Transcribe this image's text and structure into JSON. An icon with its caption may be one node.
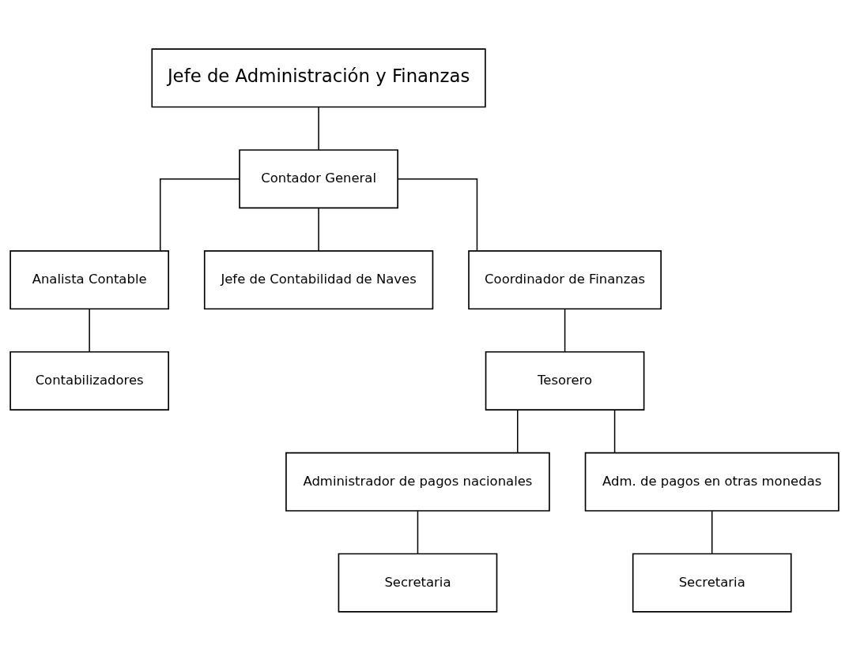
{
  "diagram": {
    "nodes": [
      {
        "text": [
          "Jefe de Administración y Finanzas"
        ]
      },
      {
        "text": [
          "Contador General"
        ]
      },
      {
        "text": [
          "Analista Contable"
        ]
      },
      {
        "text": [
          "Jefe de Contabilidad de Naves"
        ]
      },
      {
        "text": [
          "Coordinador de Finanzas"
        ]
      },
      {
        "text": [
          "Contabilizadores"
        ]
      },
      {
        "text": [
          "Tesorero"
        ]
      },
      {
        "text": [
          "Administrador de pagos nacionales"
        ]
      },
      {
        "text": [
          "Adm. de pagos en otras monedas"
        ]
      },
      {
        "text": [
          "Secretaria"
        ]
      },
      {
        "text": [
          "Secretaria"
        ]
      }
    ],
    "edges": [
      {
        "from": 0,
        "to": 1,
        "arrow": "none"
      },
      {
        "from": 1,
        "to": 2,
        "arrow": "none"
      },
      {
        "from": 1,
        "to": 3,
        "arrow": "none"
      },
      {
        "from": 1,
        "to": 4,
        "arrow": "none"
      },
      {
        "from": 2,
        "to": 5,
        "arrow": "none"
      },
      {
        "from": 4,
        "to": 6,
        "arrow": "none"
      },
      {
        "from": 6,
        "to": 7,
        "arrow": "none"
      },
      {
        "from": 6,
        "to": 8,
        "arrow": "none"
      },
      {
        "from": 7,
        "to": 9,
        "arrow": "none"
      },
      {
        "from": 8,
        "to": 10,
        "arrow": "none"
      }
    ]
  }
}
